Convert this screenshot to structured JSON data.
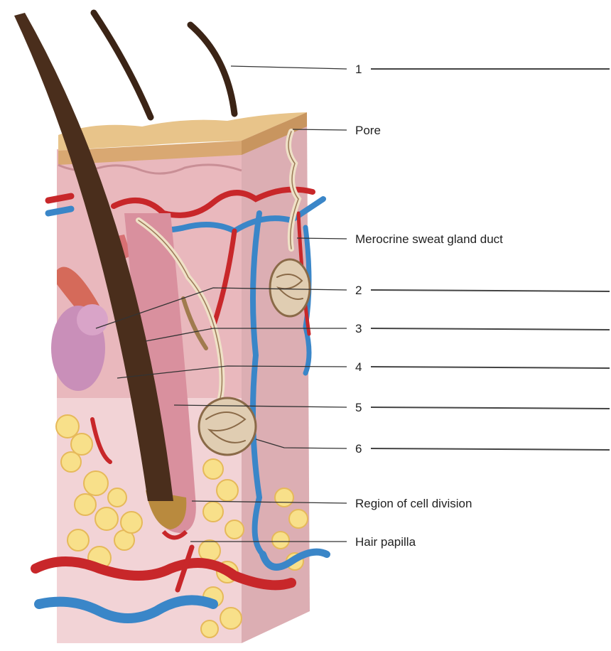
{
  "diagram": {
    "numbered_labels": [
      "1",
      "2",
      "3",
      "4",
      "5",
      "6"
    ],
    "labels": {
      "pore": "Pore",
      "sweat_duct": "Merocrine sweat gland duct",
      "cell_division": "Region of cell division",
      "hair_papilla": "Hair papilla"
    }
  },
  "colors": {
    "epidermis": "#e8c48a",
    "dermis": "#e9b8bd",
    "hair": "#4a2e1c",
    "artery": "#c8272a",
    "vein": "#3a86c8",
    "fat": "#f8e08a",
    "gland": "#c98fb9"
  }
}
